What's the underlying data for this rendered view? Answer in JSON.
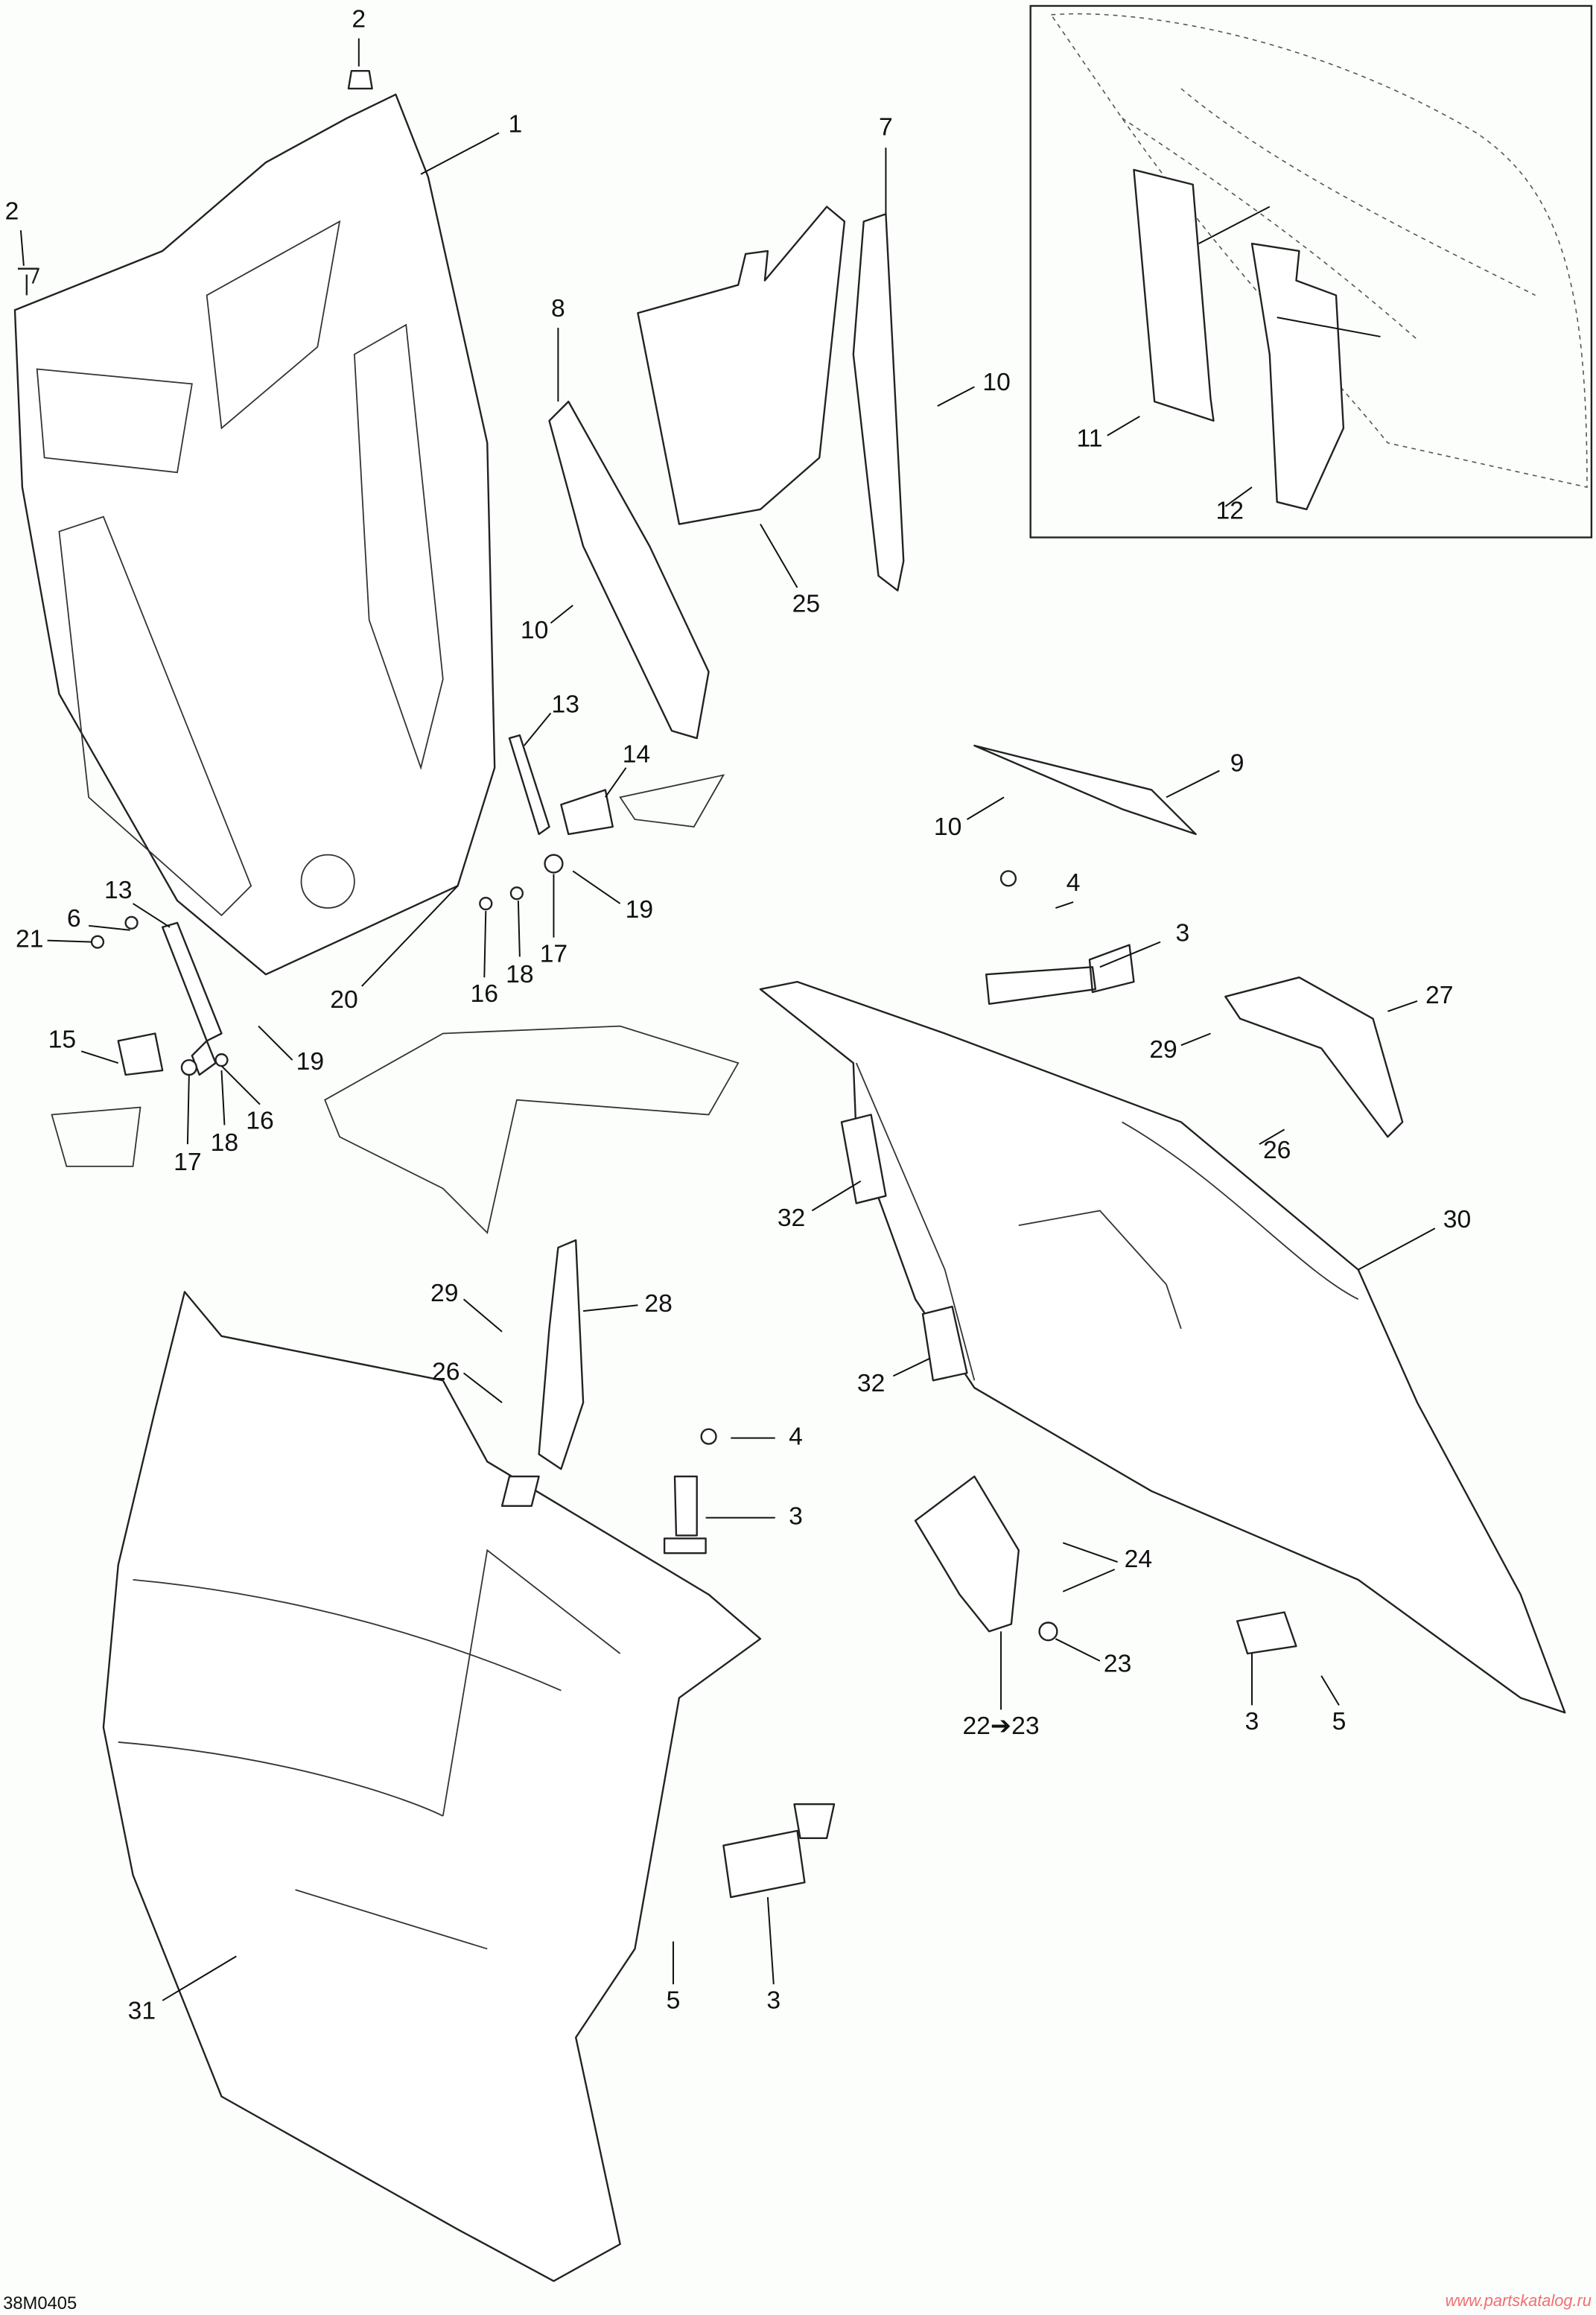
{
  "diagram_code": "38M0405",
  "watermark": "www.partskatalog.ru",
  "callouts": [
    "2",
    "1",
    "2",
    "7",
    "8",
    "10",
    "11",
    "12",
    "25",
    "10",
    "13",
    "14",
    "9",
    "10",
    "13",
    "6",
    "21",
    "19",
    "17",
    "18",
    "16",
    "20",
    "4",
    "3",
    "27",
    "29",
    "26",
    "15",
    "19",
    "16",
    "18",
    "17",
    "32",
    "30",
    "29",
    "28",
    "26",
    "32",
    "4",
    "3",
    "24",
    "23",
    "22➔23",
    "3",
    "5",
    "31",
    "5",
    "3"
  ]
}
